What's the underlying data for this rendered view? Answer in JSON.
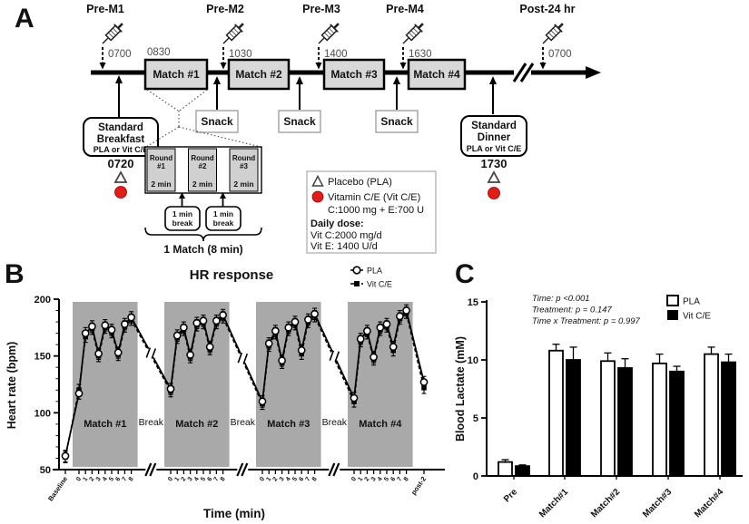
{
  "figure": {
    "panel_a_label": "A",
    "panel_b_label": "B",
    "panel_c_label": "C"
  },
  "panel_a": {
    "syringe_points": [
      {
        "label": "Pre-M1",
        "time": "0700"
      },
      {
        "label": "Pre-M2",
        "time": "1030"
      },
      {
        "label": "Pre-M3",
        "time": "1400"
      },
      {
        "label": "Pre-M4",
        "time": "1630"
      },
      {
        "label": "Post-24 hr",
        "time": "0700"
      }
    ],
    "matches": [
      {
        "label": "Match #1",
        "start_time": "0830"
      },
      {
        "label": "Match #2"
      },
      {
        "label": "Match #3"
      },
      {
        "label": "Match #4"
      }
    ],
    "snacks": [
      "Snack",
      "Snack",
      "Snack"
    ],
    "breakfast": {
      "line1": "Standard",
      "line2": "Breakfast",
      "line3": "PLA or Vit C/E",
      "time": "0720"
    },
    "dinner": {
      "line1": "Standard",
      "line2": "Dinner",
      "line3": "PLA or Vit C/E",
      "time": "1730"
    },
    "match_detail": {
      "rounds": [
        {
          "name_line1": "Round",
          "name_line2": "#1",
          "duration": "2 min"
        },
        {
          "name_line1": "Round",
          "name_line2": "#2",
          "duration": "2 min"
        },
        {
          "name_line1": "Round",
          "name_line2": "#3",
          "duration": "2 min"
        }
      ],
      "break_boxes": [
        {
          "line1": "1 min",
          "line2": "break"
        },
        {
          "line1": "1 min",
          "line2": "break"
        }
      ],
      "caption": "1 Match (8 min)"
    },
    "legend": {
      "placebo_label": "Placebo (PLA)",
      "vitamin_label": "Vitamin C/E (Vit C/E)",
      "vitamin_dose": "C:1000 mg + E:700 U",
      "daily_dose_heading": "Daily dose:",
      "daily_vit_c": "Vit C:2000 mg/d",
      "daily_vit_e": "Vit E: 1400 U/d",
      "marker_red": "#e41b17"
    }
  },
  "chart_data": [
    {
      "id": "hr_response",
      "type": "line",
      "title": "HR response",
      "xlabel": "Time (min)",
      "ylabel": "Heart rate (bpm)",
      "ylim": [
        50,
        200
      ],
      "yticks": [
        50,
        100,
        150,
        200
      ],
      "region_fill": "#a9a9a9",
      "between_region_label": "Break",
      "x_segments": [
        {
          "name": "baseline",
          "labels": [
            "Baseline"
          ]
        },
        {
          "name": "match1",
          "region_label": "Match #1",
          "labels": [
            "0",
            "1",
            "2",
            "3",
            "4",
            "5",
            "6",
            "7",
            "8"
          ]
        },
        {
          "name": "match2",
          "region_label": "Match #2",
          "labels": [
            "0",
            "1",
            "2",
            "3",
            "4",
            "5",
            "6",
            "7",
            "8"
          ]
        },
        {
          "name": "match3",
          "region_label": "Match #3",
          "labels": [
            "0",
            "1",
            "2",
            "3",
            "4",
            "5",
            "6",
            "7",
            "8"
          ]
        },
        {
          "name": "match4",
          "region_label": "Match #4",
          "labels": [
            "0",
            "1",
            "2",
            "3",
            "4",
            "5",
            "6",
            "7",
            "8"
          ]
        },
        {
          "name": "post",
          "labels": [
            "post-2"
          ]
        }
      ],
      "series": [
        {
          "name": "PLA",
          "marker": "open-circle",
          "line": "solid",
          "error": 5,
          "values": [
            62,
            117,
            170,
            176,
            152,
            177,
            173,
            153,
            178,
            184,
            121,
            168,
            175,
            151,
            179,
            181,
            158,
            181,
            186,
            110,
            161,
            172,
            146,
            175,
            180,
            155,
            182,
            187,
            113,
            165,
            172,
            149,
            175,
            178,
            158,
            185,
            190,
            127
          ]
        },
        {
          "name": "Vit C/E",
          "marker": "filled-square",
          "line": "dashed",
          "error": 5,
          "values": [
            61,
            120,
            167,
            174,
            150,
            175,
            171,
            151,
            176,
            182,
            119,
            166,
            173,
            149,
            177,
            179,
            156,
            179,
            184,
            108,
            159,
            170,
            144,
            173,
            178,
            152,
            180,
            185,
            110,
            163,
            170,
            147,
            173,
            176,
            155,
            183,
            188,
            122
          ]
        }
      ]
    },
    {
      "id": "blood_lactate",
      "type": "bar",
      "ylabel": "Blood Lactate (mM)",
      "ylim": [
        0,
        15
      ],
      "yticks": [
        0,
        5,
        10,
        15
      ],
      "categories": [
        "Pre",
        "Match#1",
        "Match#2",
        "Match#3",
        "Match#4"
      ],
      "series": [
        {
          "name": "PLA",
          "fill": "#ffffff",
          "values": [
            1.2,
            10.8,
            9.9,
            9.7,
            10.5
          ],
          "errors": [
            0.2,
            0.55,
            0.7,
            0.8,
            0.6
          ]
        },
        {
          "name": "Vit C/E",
          "fill": "#000000",
          "values": [
            0.85,
            10.0,
            9.3,
            9.0,
            9.8
          ],
          "errors": [
            0.1,
            1.1,
            0.8,
            0.45,
            0.7
          ]
        }
      ],
      "stats": [
        "Time: p <0.001",
        "Treatment: p = 0.147",
        "Time x Treatment: p = 0.997"
      ]
    }
  ]
}
